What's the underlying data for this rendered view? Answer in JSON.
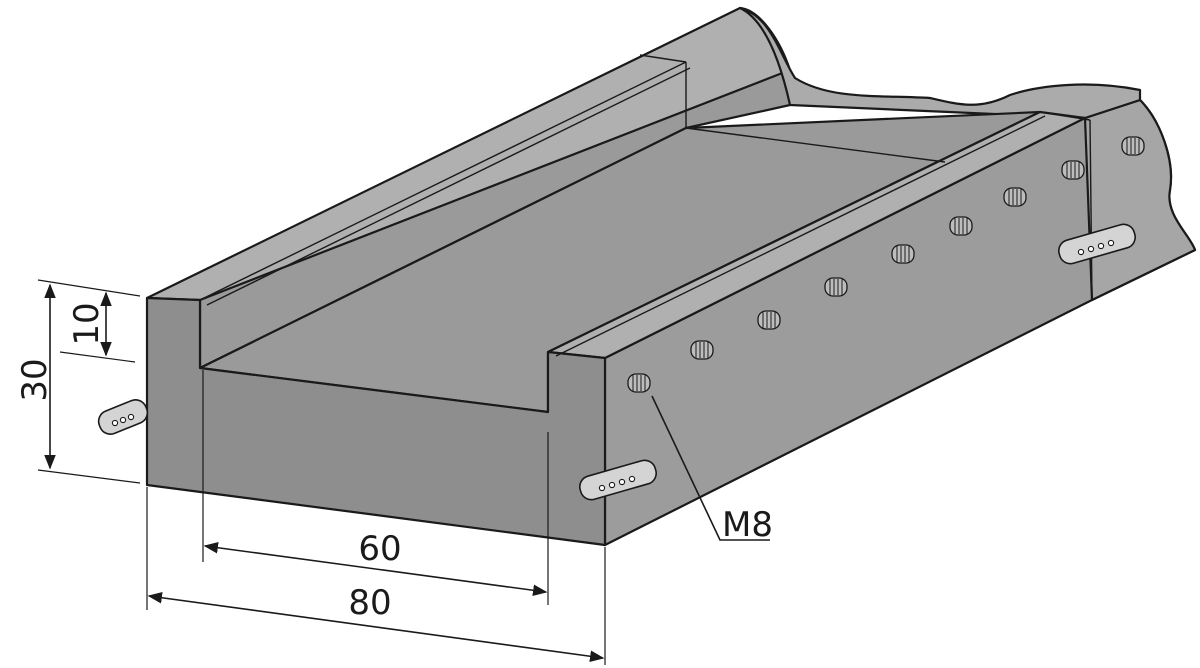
{
  "dimensions": {
    "height_overall": "30",
    "height_step": "10",
    "width_inner": "60",
    "width_overall": "80"
  },
  "callouts": {
    "thread": "M8"
  },
  "colors": {
    "body_front": "#8e8e8e",
    "body_side": "#9c9c9c",
    "body_top": "#b0b0b0",
    "channel_floor": "#9a9a9a",
    "outline": "#1a1a1a"
  }
}
